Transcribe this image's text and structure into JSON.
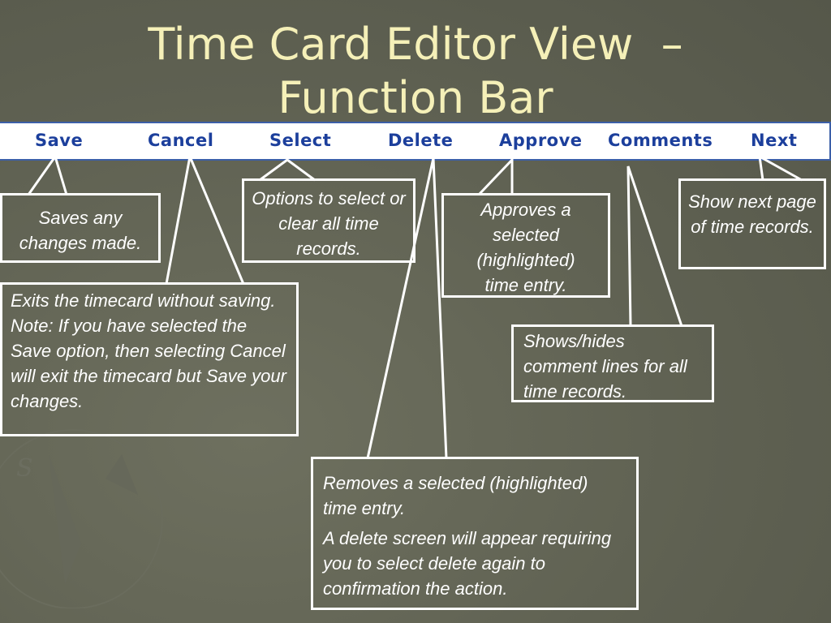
{
  "slide": {
    "title_line1": "Time Card Editor View  –",
    "title_line2": "Function Bar"
  },
  "toolbar": {
    "save": "Save",
    "cancel": "Cancel",
    "select": "Select",
    "delete": "Delete",
    "approve": "Approve",
    "comments": "Comments",
    "next": "Next"
  },
  "callouts": {
    "save": "Saves any changes made.",
    "cancel": "Exits the timecard without saving.  Note:  If you have selected the Save option, then selecting Cancel will exit the timecard but Save your changes.",
    "select": "Options to select or clear all time records.",
    "approve": "Approves a selected (highlighted) time entry.",
    "next": "Show next page of time records.",
    "comments": "Shows/hides comment lines for all time records.",
    "delete_p1": "Removes a selected (highlighted) time entry.",
    "delete_p2": "A delete screen will appear requiring you to select delete again to confirmation the action."
  },
  "colors": {
    "background": "#5f6152",
    "title": "#f5f0b8",
    "toolbar_text": "#1c3f9c",
    "toolbar_border": "#3c5fa8",
    "callout": "#ffffff"
  }
}
